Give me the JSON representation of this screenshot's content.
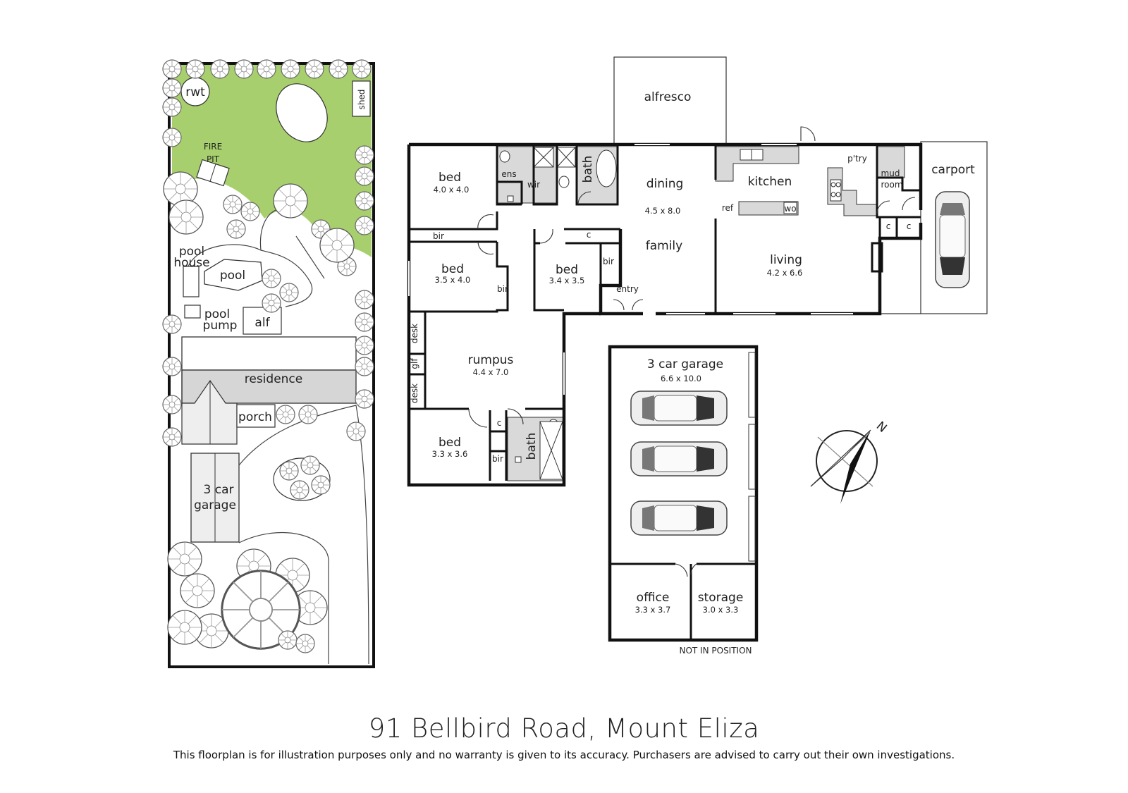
{
  "title": "91 Bellbird Road, Mount Eliza",
  "disclaimer": "This floorplan is for illustration purposes only and no warranty is given to its accuracy. Purchasers are advised to carry out their own investigations.",
  "site": {
    "rwt": "rwt",
    "shed": "shed",
    "fire_pit_1": "FIRE",
    "fire_pit_2": "PIT",
    "pool_house_1": "pool",
    "pool_house_2": "house",
    "pool": "pool",
    "pool_pump_1": "pool",
    "pool_pump_2": "pump",
    "alf": "alf",
    "residence": "residence",
    "porch": "porch",
    "garage_1": "3 car",
    "garage_2": "garage"
  },
  "house": {
    "alfresco": "alfresco",
    "bed1": {
      "name": "bed",
      "size": "4.0 x 4.0"
    },
    "ens": "ens",
    "wir": "wir",
    "bath1": "bath",
    "dining": "dining",
    "dining_size": "4.5 x 8.0",
    "family": "family",
    "kitchen": "kitchen",
    "ref": "ref",
    "wo": "wo",
    "ptry": "p'try",
    "mud_room_1": "mud",
    "mud_room_2": "room",
    "carport": "carport",
    "c1": "c",
    "c2": "c",
    "c3": "c",
    "c4": "c",
    "bir1": "bir",
    "bir2": "bir",
    "bir3": "bir",
    "bir4": "bir",
    "bed2": {
      "name": "bed",
      "size": "3.5 x 4.0"
    },
    "bed3": {
      "name": "bed",
      "size": "3.4 x 3.5"
    },
    "entry": "entry",
    "living": {
      "name": "living",
      "size": "4.2 x 6.6"
    },
    "desk1": "desk",
    "desk2": "desk",
    "glf": "glf",
    "rumpus": {
      "name": "rumpus",
      "size": "4.4 x 7.0"
    },
    "bed4": {
      "name": "bed",
      "size": "3.3 x 3.6"
    },
    "bath2": "bath"
  },
  "garage": {
    "name": "3 car garage",
    "size": "6.6 x 10.0",
    "office": {
      "name": "office",
      "size": "3.3 x 3.7"
    },
    "storage": {
      "name": "storage",
      "size": "3.0 x 3.3"
    },
    "note": "NOT IN POSITION"
  },
  "compass": {
    "label": "N"
  },
  "colors": {
    "lawn": "#a8cf6e",
    "wall": "#111111",
    "fixture": "#d9d9d9",
    "residence": "#d6d6d6"
  }
}
